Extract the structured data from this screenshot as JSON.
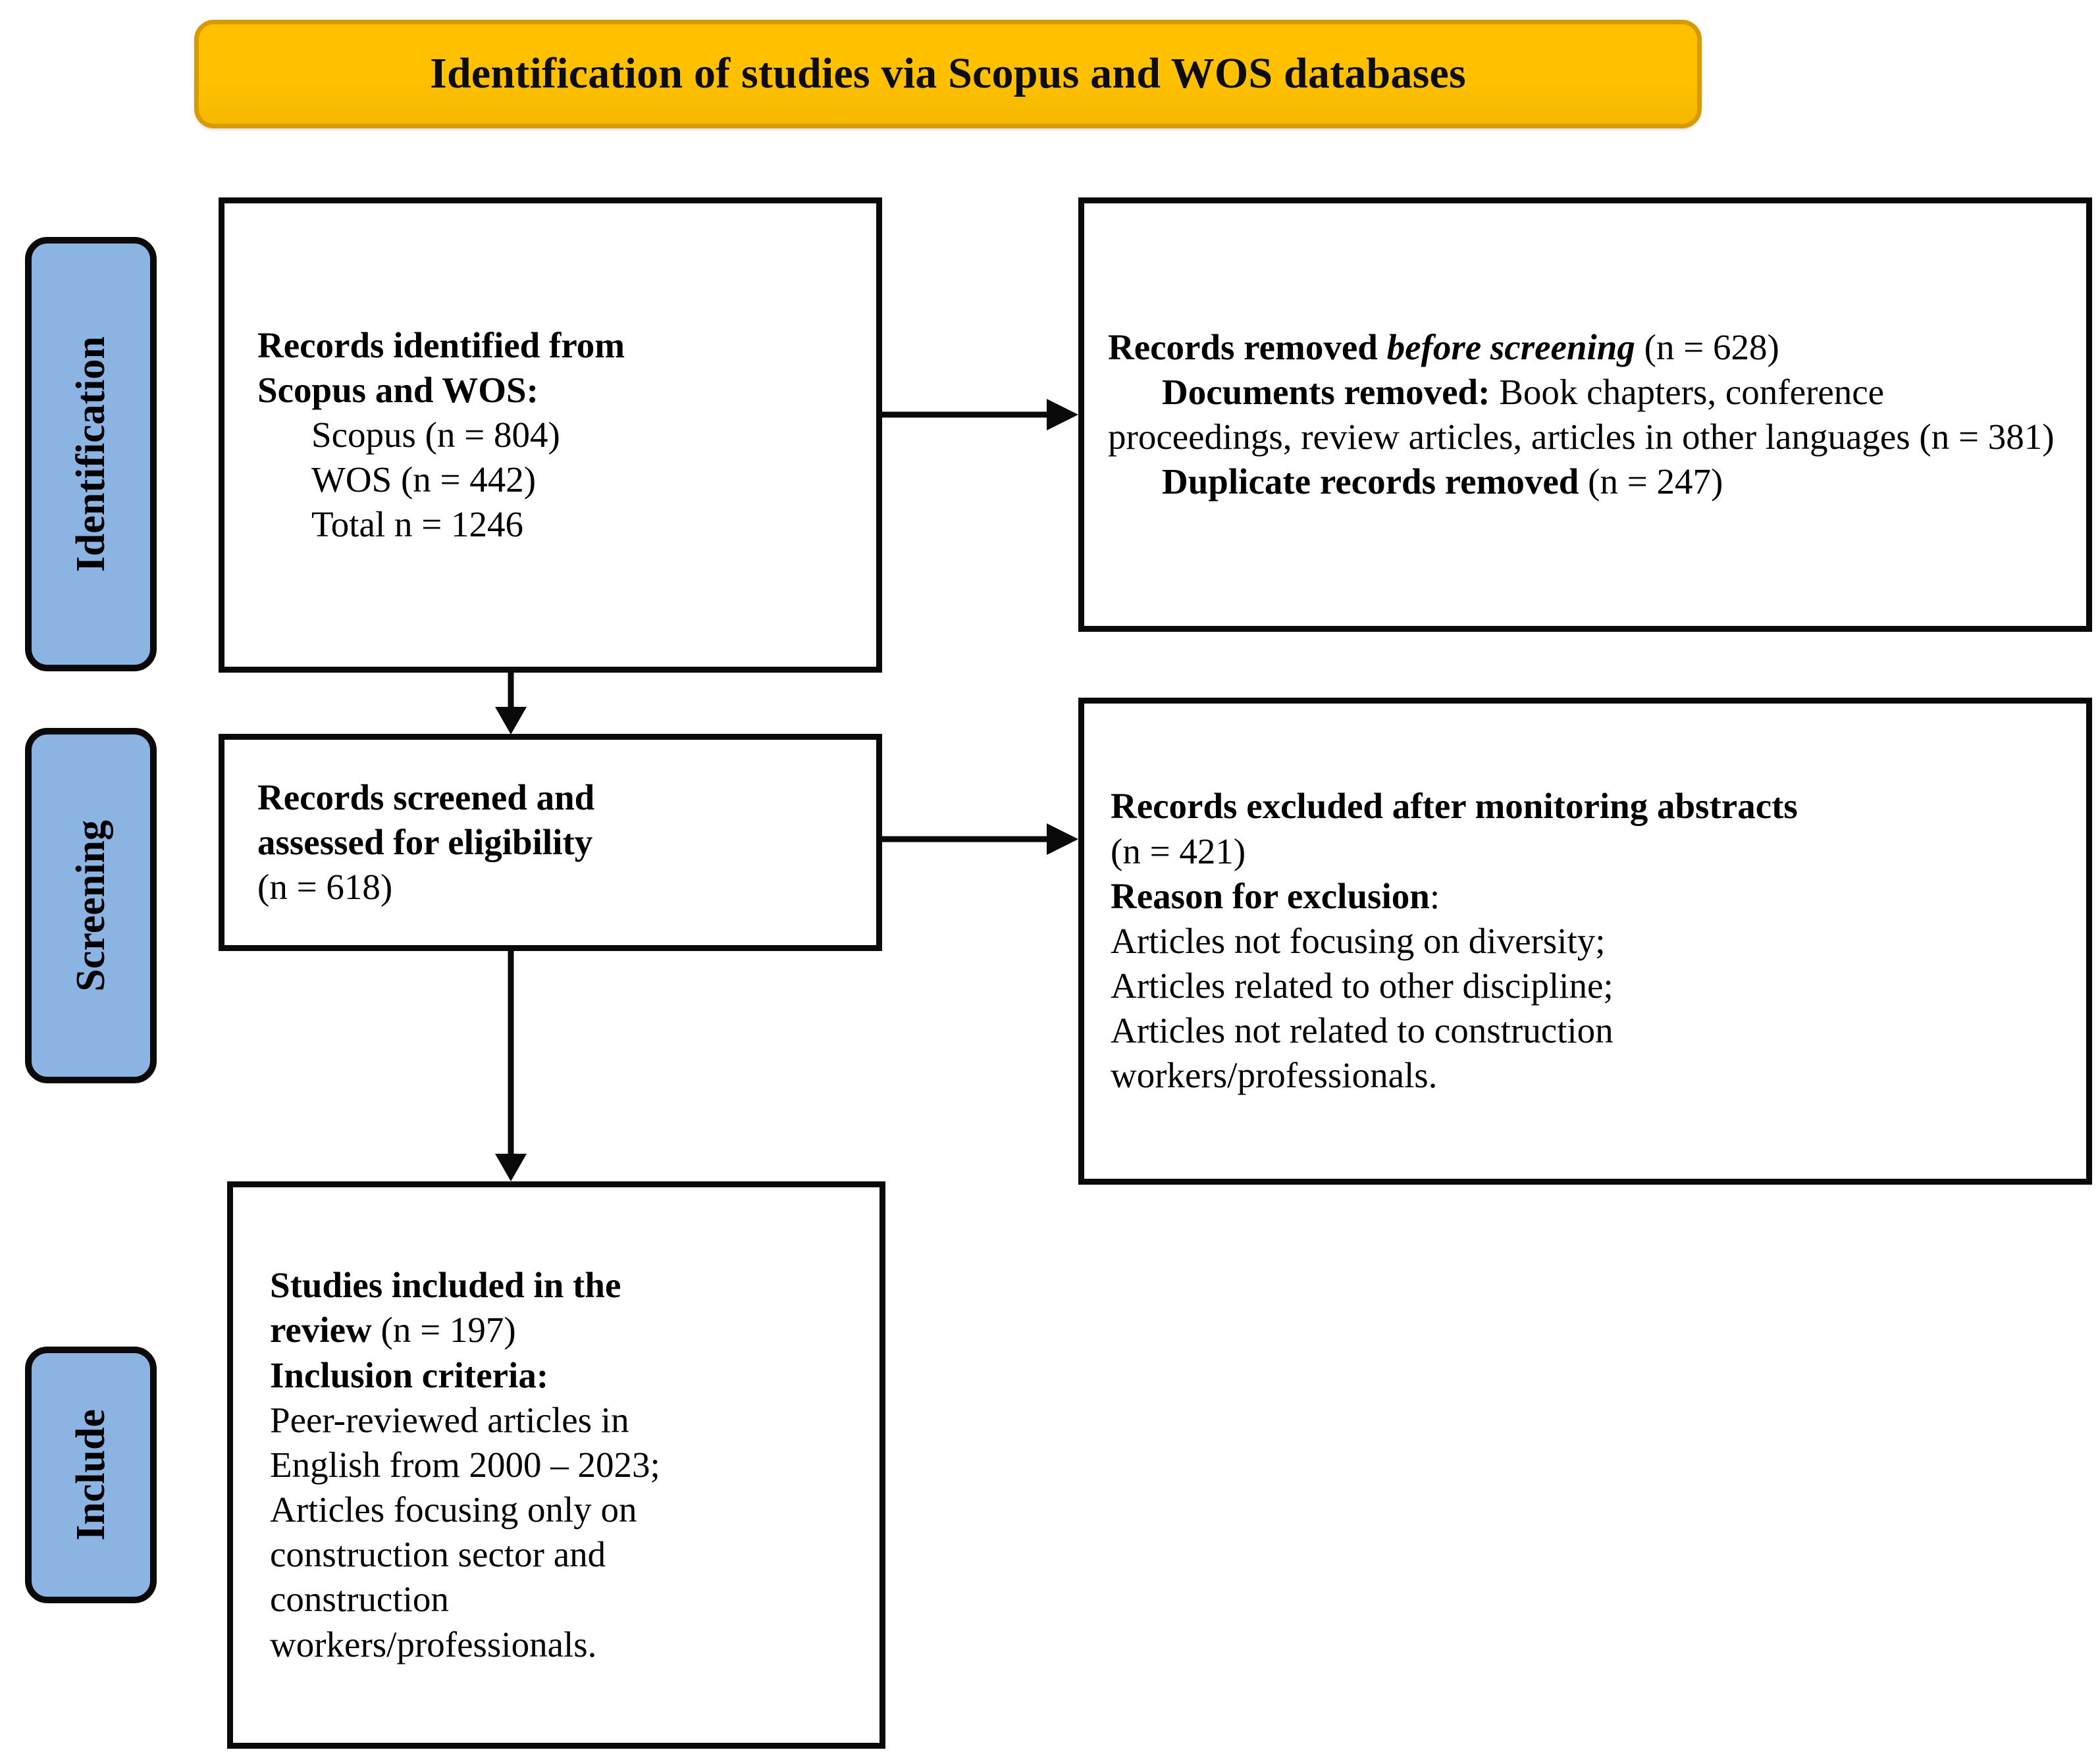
{
  "banner": {
    "title": "Identification of studies via Scopus and WOS databases",
    "fill_color": "#FFC000",
    "border_color": "#D79B00"
  },
  "stages": [
    {
      "key": "identification",
      "label": "Identification",
      "fill_color": "#8CB4E2"
    },
    {
      "key": "screening",
      "label": "Screening",
      "fill_color": "#8CB4E2"
    },
    {
      "key": "include",
      "label": "Include",
      "fill_color": "#8CB4E2"
    }
  ],
  "boxes": {
    "identified": {
      "heading_line1": "Records identified from",
      "heading_line2": "Scopus and WOS:",
      "item_scopus": "Scopus (n = 804)",
      "item_wos": "WOS (n = 442)",
      "item_total": "Total n = 1246"
    },
    "removed": {
      "line1_bold": "Records removed ",
      "line1_italic": "before screening",
      "line1_rest": " (n = 628)",
      "line2_bold": "Documents removed:",
      "line2_rest": " Book chapters, conference proceedings, review articles, articles in other languages (n = 381)",
      "line3_bold": "Duplicate records removed",
      "line3_rest": " (n = 247)"
    },
    "screened": {
      "heading_line1": "Records screened and",
      "heading_line2": "assessed for eligibility",
      "count": "(n = 618)"
    },
    "excluded": {
      "heading": "Records excluded after monitoring abstracts",
      "count": "(n = 421)",
      "reason_label_bold": "Reason for exclusion",
      "reason_label_colon": ":",
      "reason1": "Articles not focusing on diversity;",
      "reason2": "Articles related to other discipline;",
      "reason3_line1": "Articles not related to construction",
      "reason3_line2": "workers/professionals."
    },
    "included": {
      "heading_line1": "Studies included in the",
      "heading_line2_bold": "review ",
      "heading_line2_rest": "(n = 197)",
      "criteria_label": "Inclusion criteria:",
      "criteria1_line1": "Peer-reviewed articles in",
      "criteria1_line2": "English from 2000 – 2023;",
      "criteria2_line1": "Articles focusing only on",
      "criteria2_line2": "construction sector and",
      "criteria2_line3": "construction",
      "criteria2_line4": "workers/professionals."
    }
  },
  "connectors": [
    {
      "key": "identified-to-removed",
      "icon": "arrow-right-icon"
    },
    {
      "key": "identified-to-screened",
      "icon": "arrow-down-icon"
    },
    {
      "key": "screened-to-excluded",
      "icon": "arrow-right-icon"
    },
    {
      "key": "screened-to-included",
      "icon": "arrow-down-icon"
    }
  ],
  "chart_data": {
    "type": "diagram",
    "diagram_kind": "PRISMA flow diagram",
    "title": "Identification of studies via Scopus and WOS databases",
    "stages": [
      "Identification",
      "Screening",
      "Include"
    ],
    "nodes": [
      {
        "id": "identified",
        "stage": "Identification",
        "label": "Records identified from Scopus and WOS",
        "values": {
          "Scopus": 804,
          "WOS": 442,
          "Total": 1246
        }
      },
      {
        "id": "removed",
        "stage": "Identification",
        "label": "Records removed before screening",
        "values": {
          "total": 628,
          "documents_removed": 381,
          "duplicate_records_removed": 247
        }
      },
      {
        "id": "screened",
        "stage": "Screening",
        "label": "Records screened and assessed for eligibility",
        "values": {
          "n": 618
        }
      },
      {
        "id": "excluded",
        "stage": "Screening",
        "label": "Records excluded after monitoring abstracts",
        "values": {
          "n": 421
        }
      },
      {
        "id": "included",
        "stage": "Include",
        "label": "Studies included in the review",
        "values": {
          "n": 197
        }
      }
    ],
    "edges": [
      {
        "from": "identified",
        "to": "removed",
        "direction": "right"
      },
      {
        "from": "identified",
        "to": "screened",
        "direction": "down"
      },
      {
        "from": "screened",
        "to": "excluded",
        "direction": "right"
      },
      {
        "from": "screened",
        "to": "included",
        "direction": "down"
      }
    ]
  }
}
